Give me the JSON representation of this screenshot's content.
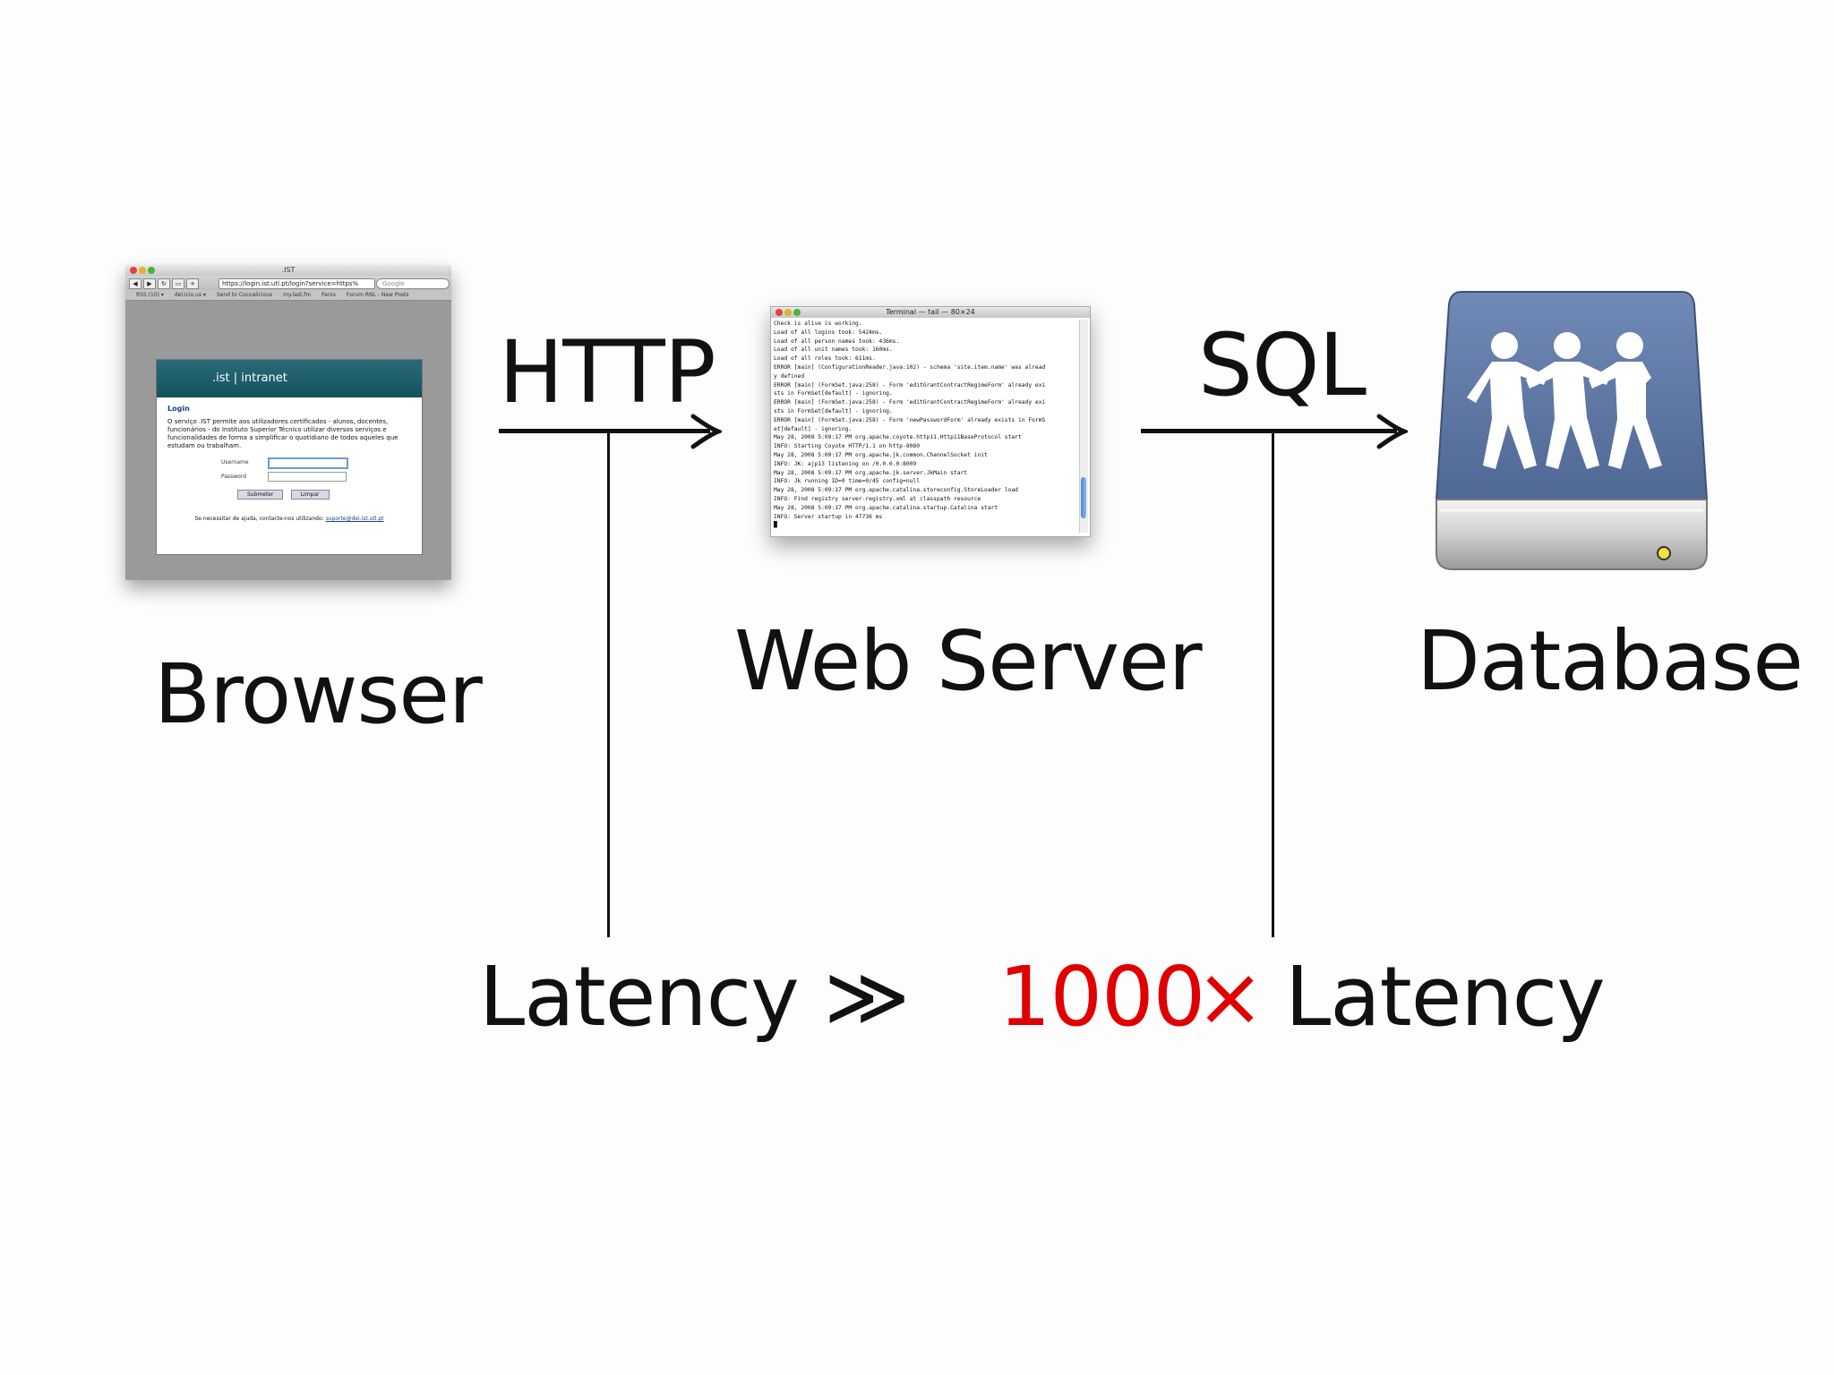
{
  "labels": {
    "browser": "Browser",
    "web_server": "Web Server",
    "database": "Database",
    "http": "HTTP",
    "sql": "SQL"
  },
  "equation": {
    "left": "Latency",
    "relation": "≫",
    "factor": "1000",
    "times": "×",
    "right": "Latency"
  },
  "browser_window": {
    "title": ".IST",
    "url": "https://login.ist.utl.pt/login?service=https%",
    "search_placeholder": "Google",
    "bookmarks": [
      "RSS (10) ▾",
      "del.icio.us ▾",
      "Send to Cocoalicious",
      "my.last.fm",
      "Fenix",
      "Forum RNL - New Posts"
    ],
    "page": {
      "header": ".ist | intranet",
      "title": "Login",
      "text": "O serviço .IST permite aos utilizadores certificados - alunos, docentes, funcionários - do Instituto Superior Técnico utilizar diversos serviços e funcionalidades de forma a simplificar o quotidiano de todos aqueles que estudam ou trabalham.",
      "username_label": "Username",
      "password_label": "Password",
      "submit_label": "Submeter",
      "clear_label": "Limpar",
      "footer_text": "Se necessitar de ajuda, contacte-nos utilizando:",
      "footer_link": "suporte@dei.ist.utl.pt"
    }
  },
  "terminal_window": {
    "title": "Terminal — tail — 80×24",
    "lines": [
      "Check is alive is working.",
      "Load of all logins took: 5424ms.",
      "Load of all person names took: 436ms.",
      "Load of all unit names took: 160ms.",
      "Load of all roles took: 611ms.",
      "ERROR [main] (ConfigurationReader.java:102) - schema 'site.item.name' was alread",
      "y defined",
      "ERROR [main] (FormSet.java:258) - Form 'editGrantContractRegimeForm' already exi",
      "sts in FormSet[default] - ignoring.",
      "ERROR [main] (FormSet.java:258) - Form 'editGrantContractRegimeForm' already exi",
      "sts in FormSet[default] - ignoring.",
      "ERROR [main] (FormSet.java:258) - Form 'newPasswordForm' already exists in FormS",
      "et[default] - ignoring.",
      "May 28, 2008 5:09:17 PM org.apache.coyote.http11.Http11BaseProtocol start",
      "INFO: Starting Coyote HTTP/1.1 on http-8080",
      "May 28, 2008 5:09:17 PM org.apache.jk.common.ChannelSocket init",
      "INFO: JK: ajp13 listening on /0.0.0.0:8009",
      "May 28, 2008 5:09:17 PM org.apache.jk.server.JkMain start",
      "INFO: Jk running ID=0 time=0/45  config=null",
      "May 28, 2008 5:09:17 PM org.apache.catalina.storeconfig.StoreLoader load",
      "INFO: Find registry server-registry.xml at classpath resource",
      "May 28, 2008 5:09:17 PM org.apache.catalina.startup.Catalina start",
      "INFO: Server startup in 47736 ms",
      "█"
    ]
  },
  "colors": {
    "highlight": "#e00000",
    "ink": "#111111",
    "db_body": "#5f79a8",
    "login_header": "#1d5d6b"
  }
}
